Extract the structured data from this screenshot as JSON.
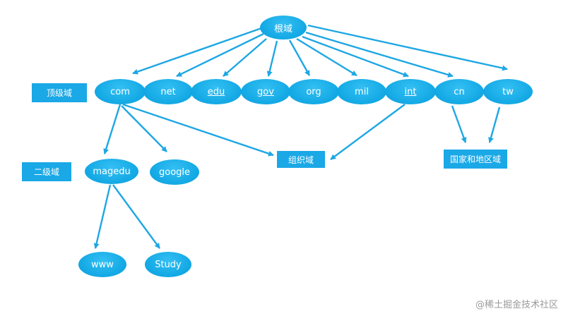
{
  "nodes": {
    "root": "根域",
    "com": "com",
    "net": "net",
    "edu": "edu",
    "gov": "gov",
    "org": "org",
    "mil": "mil",
    "int": "int",
    "cn": "cn",
    "tw": "tw",
    "magedu": "magedu",
    "google": "google",
    "www": "www",
    "study": "Study"
  },
  "labels": {
    "top_level": "顶级域",
    "second_level": "二级域",
    "organization": "组织域",
    "country_region": "国家和地区域"
  },
  "watermark": "@稀土掘金技术社区",
  "colors": {
    "node": "#12a8e4",
    "label": "#1aa8e6",
    "arrow": "#1ea7e4",
    "text": "#ffffff"
  }
}
